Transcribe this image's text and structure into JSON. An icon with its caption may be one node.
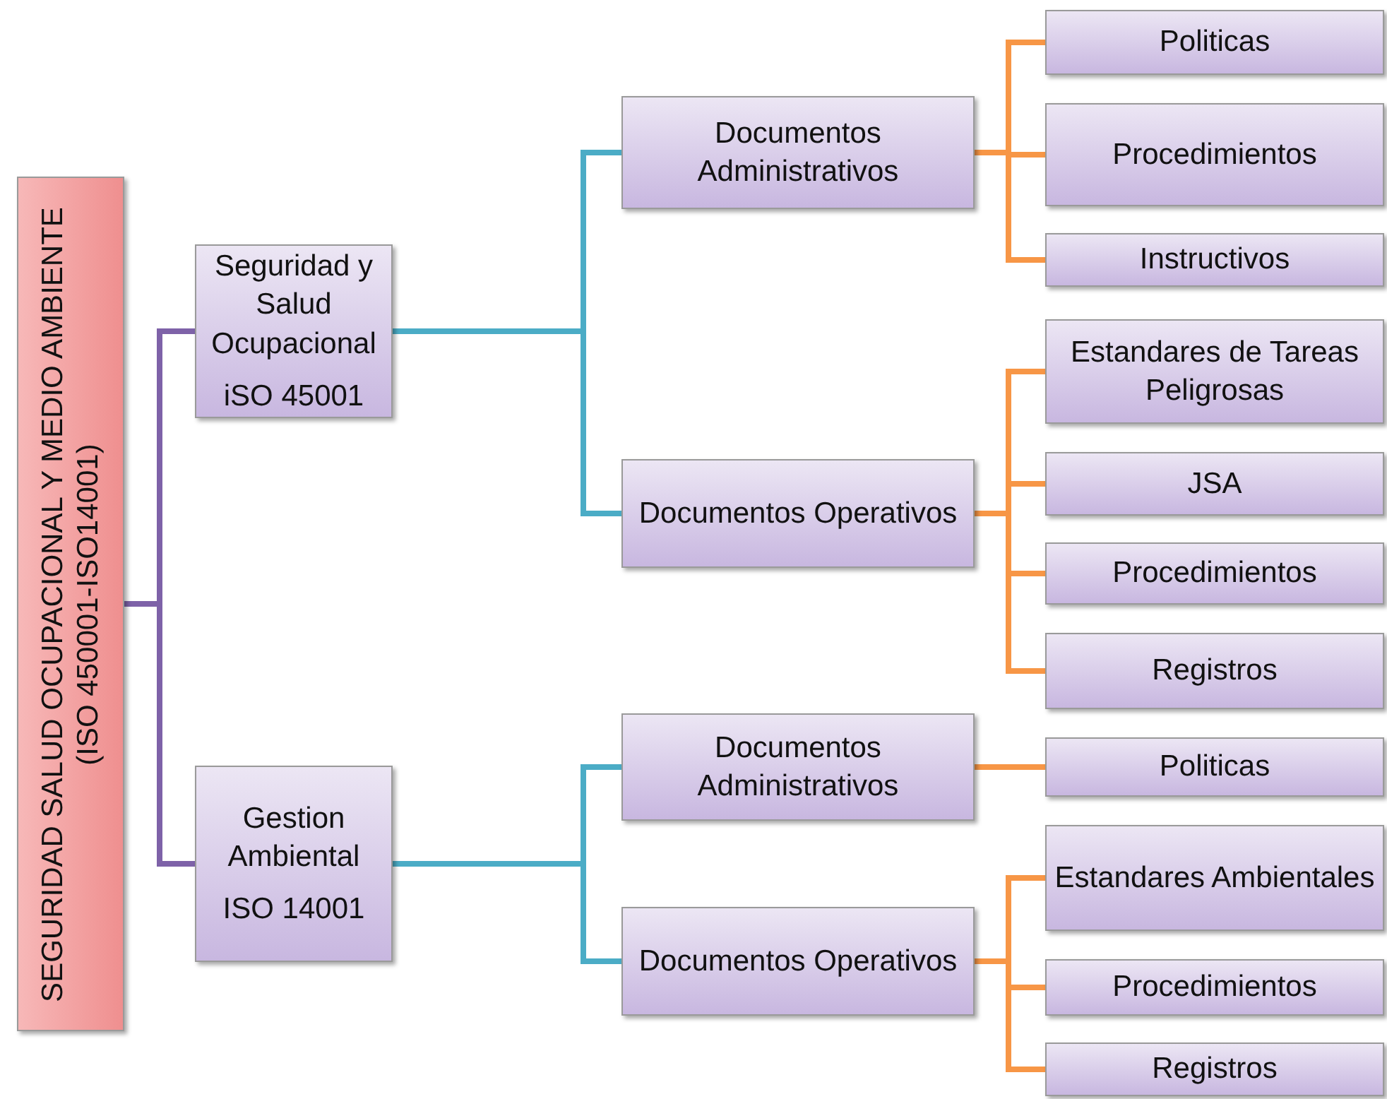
{
  "diagram": {
    "nodes": [
      {
        "text": [
          "SEGURIDAD SALUD OCUPACIONAL Y MEDIO AMBIENTE (ISO 450001-ISO14001)"
        ]
      },
      {
        "text": [
          "Seguridad y Salud Ocupacional",
          "iSO 45001"
        ]
      },
      {
        "text": [
          "Documentos Administrativos"
        ]
      },
      {
        "text": [
          "Politicas"
        ]
      },
      {
        "text": [
          "Procedimientos"
        ]
      },
      {
        "text": [
          "Instructivos"
        ]
      },
      {
        "text": [
          "Documentos Operativos"
        ]
      },
      {
        "text": [
          "Estandares de Tareas Peligrosas"
        ]
      },
      {
        "text": [
          "JSA"
        ]
      },
      {
        "text": [
          "Procedimientos"
        ]
      },
      {
        "text": [
          "Registros"
        ]
      },
      {
        "text": [
          "Gestion Ambiental",
          "ISO 14001"
        ]
      },
      {
        "text": [
          "Documentos Administrativos"
        ]
      },
      {
        "text": [
          "Politicas"
        ]
      },
      {
        "text": [
          "Documentos Operativos"
        ]
      },
      {
        "text": [
          "Estandares Ambientales"
        ]
      },
      {
        "text": [
          "Procedimientos"
        ]
      },
      {
        "text": [
          "Registros"
        ]
      }
    ],
    "edges": [
      {
        "from": 0,
        "to": 1,
        "arrow": "none",
        "color": "#7e62a8"
      },
      {
        "from": 0,
        "to": 11,
        "arrow": "none",
        "color": "#7e62a8"
      },
      {
        "from": 1,
        "to": 2,
        "arrow": "none",
        "color": "#4bacc6"
      },
      {
        "from": 1,
        "to": 6,
        "arrow": "none",
        "color": "#4bacc6"
      },
      {
        "from": 2,
        "to": 3,
        "arrow": "none"
      },
      {
        "from": 2,
        "to": 4,
        "arrow": "none"
      },
      {
        "from": 2,
        "to": 5,
        "arrow": "none"
      },
      {
        "from": 6,
        "to": 7,
        "arrow": "none"
      },
      {
        "from": 6,
        "to": 8,
        "arrow": "none"
      },
      {
        "from": 6,
        "to": 9,
        "arrow": "none"
      },
      {
        "from": 6,
        "to": 10,
        "arrow": "none"
      },
      {
        "from": 11,
        "to": 12,
        "arrow": "none",
        "color": "#4bacc6"
      },
      {
        "from": 11,
        "to": 14,
        "arrow": "none",
        "color": "#4bacc6"
      },
      {
        "from": 12,
        "to": 13,
        "arrow": "none"
      },
      {
        "from": 14,
        "to": 15,
        "arrow": "none"
      },
      {
        "from": 14,
        "to": 16,
        "arrow": "none"
      },
      {
        "from": 14,
        "to": 17,
        "arrow": "none"
      }
    ]
  }
}
